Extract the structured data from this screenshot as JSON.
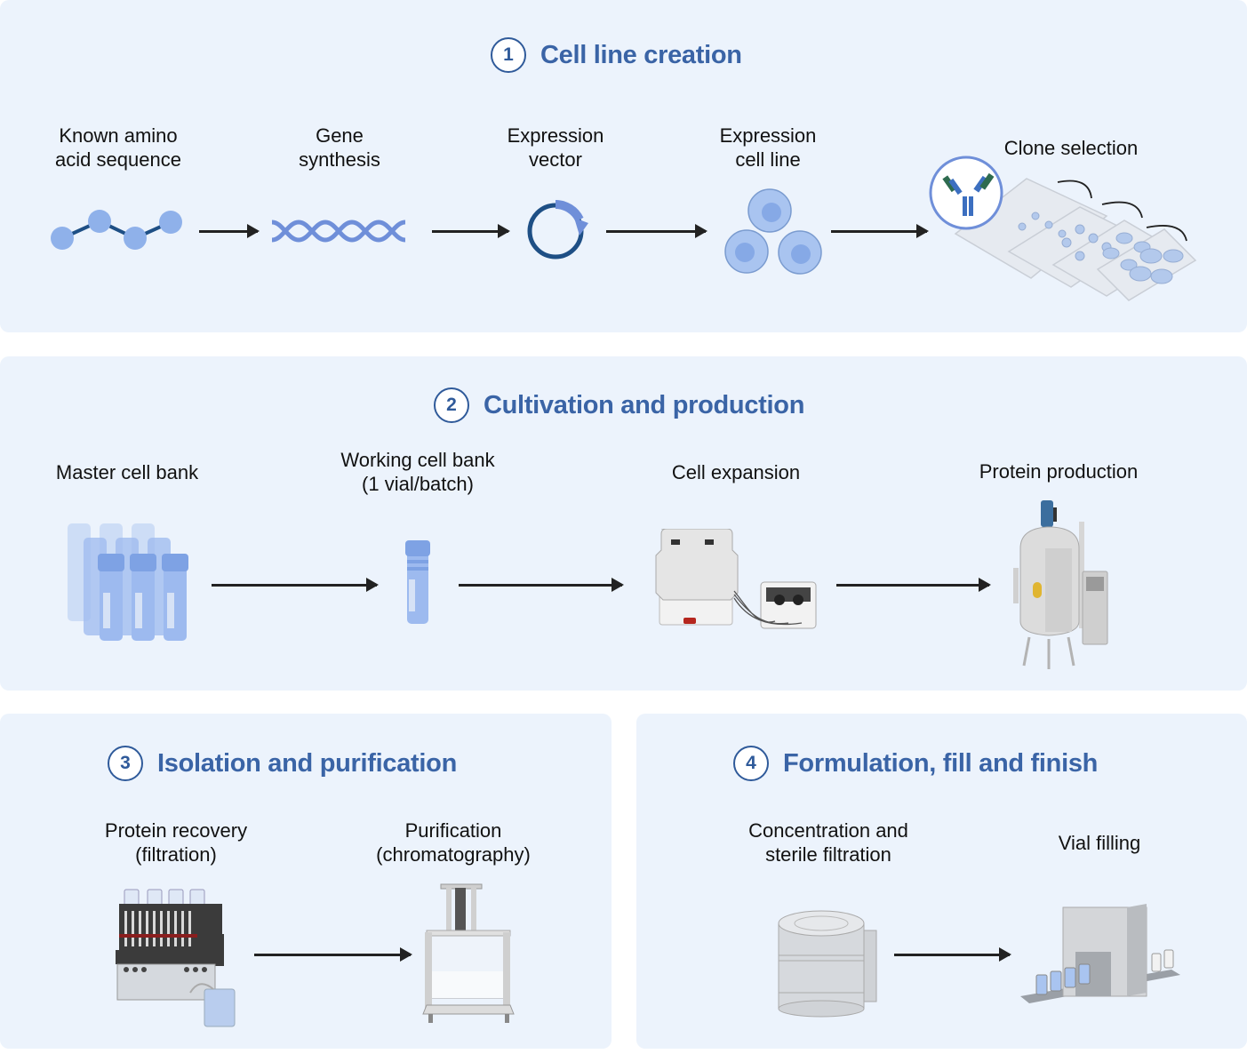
{
  "colors": {
    "panel_bg": "#ecf3fc",
    "heading": "#3a64a6",
    "accent_blue": "#8fb1ea",
    "dark_blue": "#1e4f85"
  },
  "sections": [
    {
      "number": "1",
      "title": "Cell line creation",
      "steps": [
        {
          "label_lines": [
            "Known amino",
            "acid sequence"
          ],
          "icon": "amino-acid-chain-icon"
        },
        {
          "label_lines": [
            "Gene",
            "synthesis"
          ],
          "icon": "dna-helix-icon"
        },
        {
          "label_lines": [
            "Expression",
            "vector"
          ],
          "icon": "plasmid-vector-icon"
        },
        {
          "label_lines": [
            "Expression",
            "cell line"
          ],
          "icon": "cells-icon"
        },
        {
          "label_lines": [
            "Clone selection"
          ],
          "icon": "well-plates-antibody-icon"
        }
      ]
    },
    {
      "number": "2",
      "title": "Cultivation and production",
      "steps": [
        {
          "label_lines": [
            "Master cell bank"
          ],
          "icon": "vial-rack-icon"
        },
        {
          "label_lines": [
            "Working cell bank",
            "(1 vial/batch)"
          ],
          "icon": "single-vial-icon"
        },
        {
          "label_lines": [
            "Cell expansion"
          ],
          "icon": "rocking-bioreactor-icon"
        },
        {
          "label_lines": [
            "Protein production"
          ],
          "icon": "bioreactor-tank-icon"
        }
      ]
    },
    {
      "number": "3",
      "title": "Isolation and purification",
      "steps": [
        {
          "label_lines": [
            "Protein recovery",
            "(filtration)"
          ],
          "icon": "filtration-system-icon"
        },
        {
          "label_lines": [
            "Purification",
            "(chromatography)"
          ],
          "icon": "chromatography-column-icon"
        }
      ]
    },
    {
      "number": "4",
      "title": "Formulation, fill and finish",
      "steps": [
        {
          "label_lines": [
            "Concentration and",
            "sterile filtration"
          ],
          "icon": "filter-capsule-icon"
        },
        {
          "label_lines": [
            "Vial filling"
          ],
          "icon": "vial-filling-machine-icon"
        }
      ]
    }
  ]
}
